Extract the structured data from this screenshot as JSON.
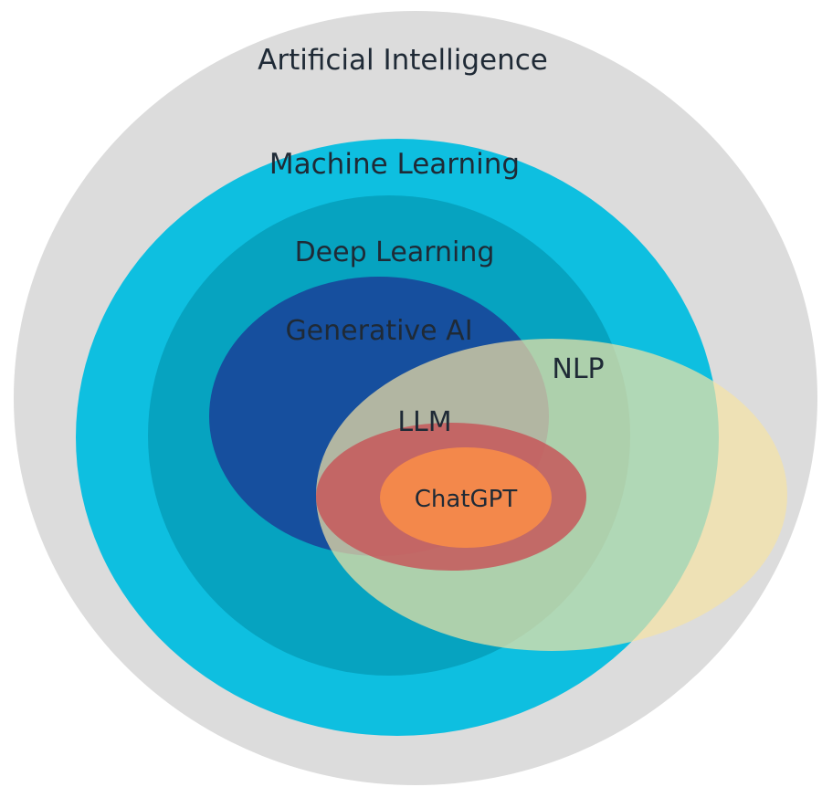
{
  "diagram": {
    "labels": {
      "artificial_intelligence": "Artificial Intelligence",
      "machine_learning": "Machine Learning",
      "deep_learning": "Deep Learning",
      "generative_ai": "Generative AI",
      "nlp": "NLP",
      "llm": "LLM",
      "chatgpt": "ChatGPT"
    },
    "colors": {
      "artificial_intelligence": "#dcdcdc",
      "machine_learning": "#0ebfe0",
      "deep_learning": "#06a3c0",
      "generative_ai": "#164f9e",
      "nlp": "#f5e3a4",
      "llm": "#c5585a",
      "chatgpt": "#f58a4a"
    }
  }
}
